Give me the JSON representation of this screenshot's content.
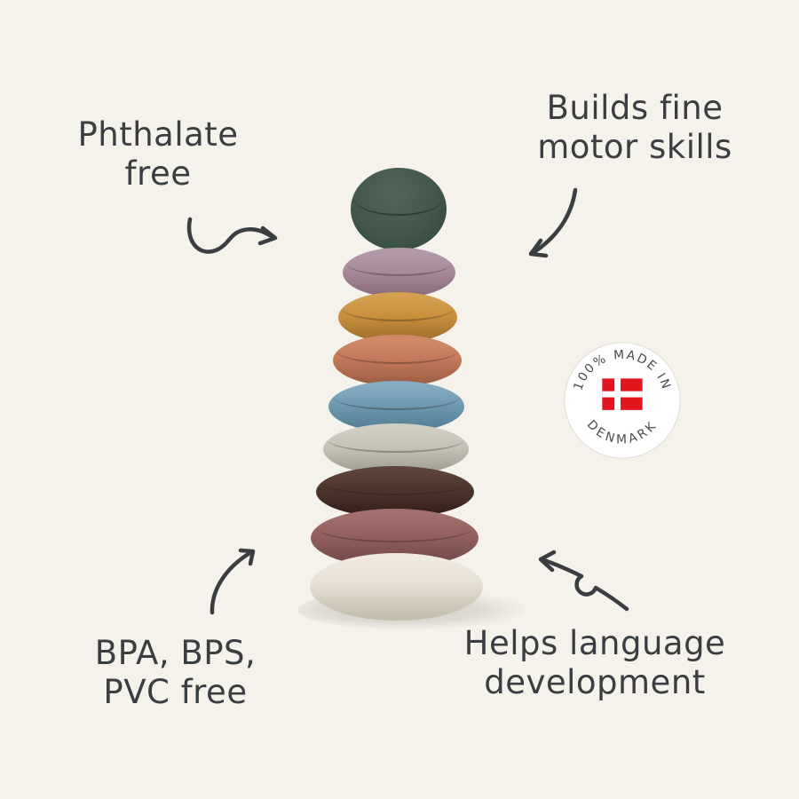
{
  "background_color": "#f5f2ec",
  "text_color": "#3b3e41",
  "labels": {
    "phthalate": {
      "line1": "Phthalate",
      "line2": "free"
    },
    "motor": {
      "line1": "Builds fine",
      "line2": "motor skills"
    },
    "bpa": {
      "line1": "BPA, BPS,",
      "line2": "PVC free"
    },
    "language": {
      "line1": "Helps language",
      "line2": "development"
    }
  },
  "badge": {
    "top_text": "100% MADE IN",
    "bottom_text": "DENMARK",
    "circle_color": "#ffffff",
    "rim_color": "#e2ded5",
    "text_color": "#4a4a4e",
    "flag_red": "#e2161f",
    "flag_cross": "#ffffff"
  },
  "toy": {
    "description": "stacking rings tower, 9 pieces top to bottom",
    "rings": [
      {
        "name": "green-ball",
        "light": "#4f665a",
        "base": "#42584b",
        "dark": "#2e4138"
      },
      {
        "name": "mauve-ring",
        "light": "#b39aa8",
        "base": "#a78b9a",
        "dark": "#876c7d"
      },
      {
        "name": "mustard-ring",
        "light": "#d4a050",
        "base": "#c8913d",
        "dark": "#9f6e2c"
      },
      {
        "name": "terracotta-ring",
        "light": "#d08a6a",
        "base": "#c47a5b",
        "dark": "#9c5d42"
      },
      {
        "name": "blue-ring",
        "light": "#85abc0",
        "base": "#6f9ab2",
        "dark": "#527b93"
      },
      {
        "name": "greige-ring",
        "light": "#d1cec3",
        "base": "#c5c2b7",
        "dark": "#9f9c90"
      },
      {
        "name": "brown-ring",
        "light": "#5d443a",
        "base": "#4c352c",
        "dark": "#331f18"
      },
      {
        "name": "rosewood-ring",
        "light": "#a4706d",
        "base": "#93605d",
        "dark": "#714846"
      },
      {
        "name": "cream-ring",
        "light": "#efeadd",
        "base": "#e5e0d3",
        "dark": "#c2bcab"
      }
    ]
  }
}
